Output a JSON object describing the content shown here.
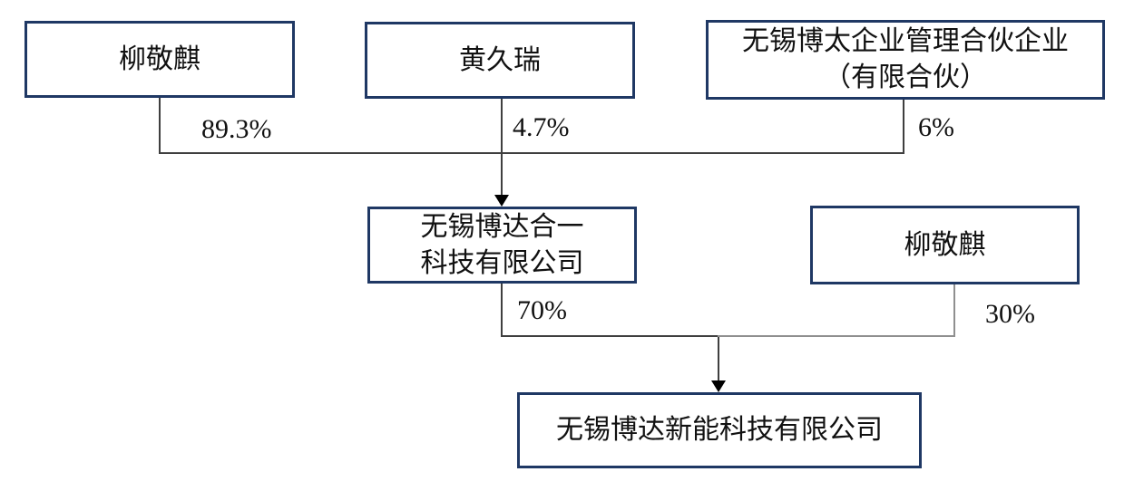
{
  "diagram": {
    "type": "equity-ownership-structure",
    "colors": {
      "box_border": "#1f3864",
      "box_fill": "#ffffff",
      "connector": "#3f3f3f",
      "connector_gray": "#8f8f8f",
      "arrow": "#000000",
      "text": "#111111",
      "background": "#ffffff"
    },
    "nodes": {
      "shareholder_liu_top": {
        "label": "柳敬麒"
      },
      "shareholder_huang": {
        "label": "黄久瑞"
      },
      "partnership_botai": {
        "line1": "无锡博太企业管理合伙企业",
        "line2": "（有限合伙）"
      },
      "company_boda_heyi": {
        "line1": "无锡博达合一",
        "line2": "科技有限公司"
      },
      "shareholder_liu_mid": {
        "label": "柳敬麒"
      },
      "company_boda_xinneng": {
        "label": "无锡博达新能科技有限公司"
      }
    },
    "edges": [
      {
        "from": "柳敬麒",
        "to": "无锡博达合一科技有限公司",
        "label": "89.3%"
      },
      {
        "from": "黄久瑞",
        "to": "无锡博达合一科技有限公司",
        "label": "4.7%"
      },
      {
        "from": "无锡博太企业管理合伙企业（有限合伙）",
        "to": "无锡博达合一科技有限公司",
        "label": "6%"
      },
      {
        "from": "无锡博达合一科技有限公司",
        "to": "无锡博达新能科技有限公司",
        "label": "70%"
      },
      {
        "from": "柳敬麒",
        "to": "无锡博达新能科技有限公司",
        "label": "30%"
      }
    ]
  }
}
